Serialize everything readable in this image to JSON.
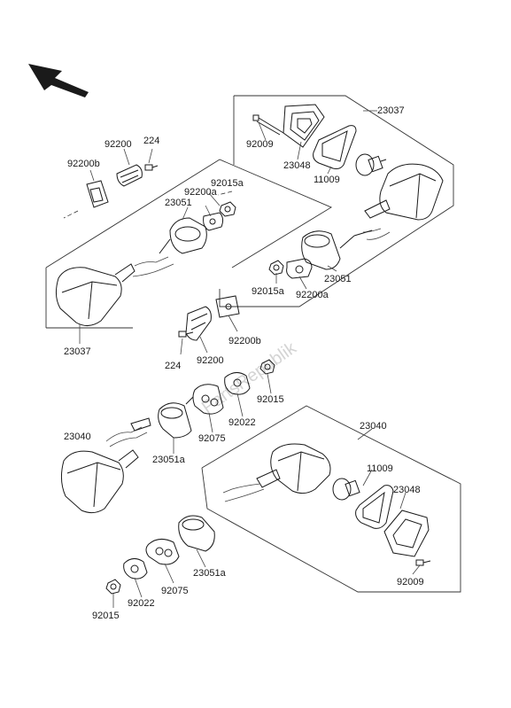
{
  "diagram": {
    "watermark": "PartsRepublik",
    "labels": {
      "r_23037": "23037",
      "r_92009": "92009",
      "r_23048": "23048",
      "r_11009": "11009",
      "r_23051": "23051",
      "r_92015a": "92015a",
      "r_92200a": "92200a",
      "l_92200": "92200",
      "l_224": "224",
      "l_92200b": "92200b",
      "l_92015a": "92015a",
      "l_92200a": "92200a",
      "l_23051": "23051",
      "l_23037": "23037",
      "m_224": "224",
      "m_92200": "92200",
      "m_92200b": "92200b",
      "m_92015": "92015",
      "m_92022": "92022",
      "m_92075": "92075",
      "m_23051a": "23051a",
      "m_23040": "23040",
      "b_23040": "23040",
      "b_11009": "11009",
      "b_23048": "23048",
      "b_92009": "92009",
      "b_23051a": "23051a",
      "b_92075": "92075",
      "b_92022": "92022",
      "b_92015": "92015"
    }
  }
}
